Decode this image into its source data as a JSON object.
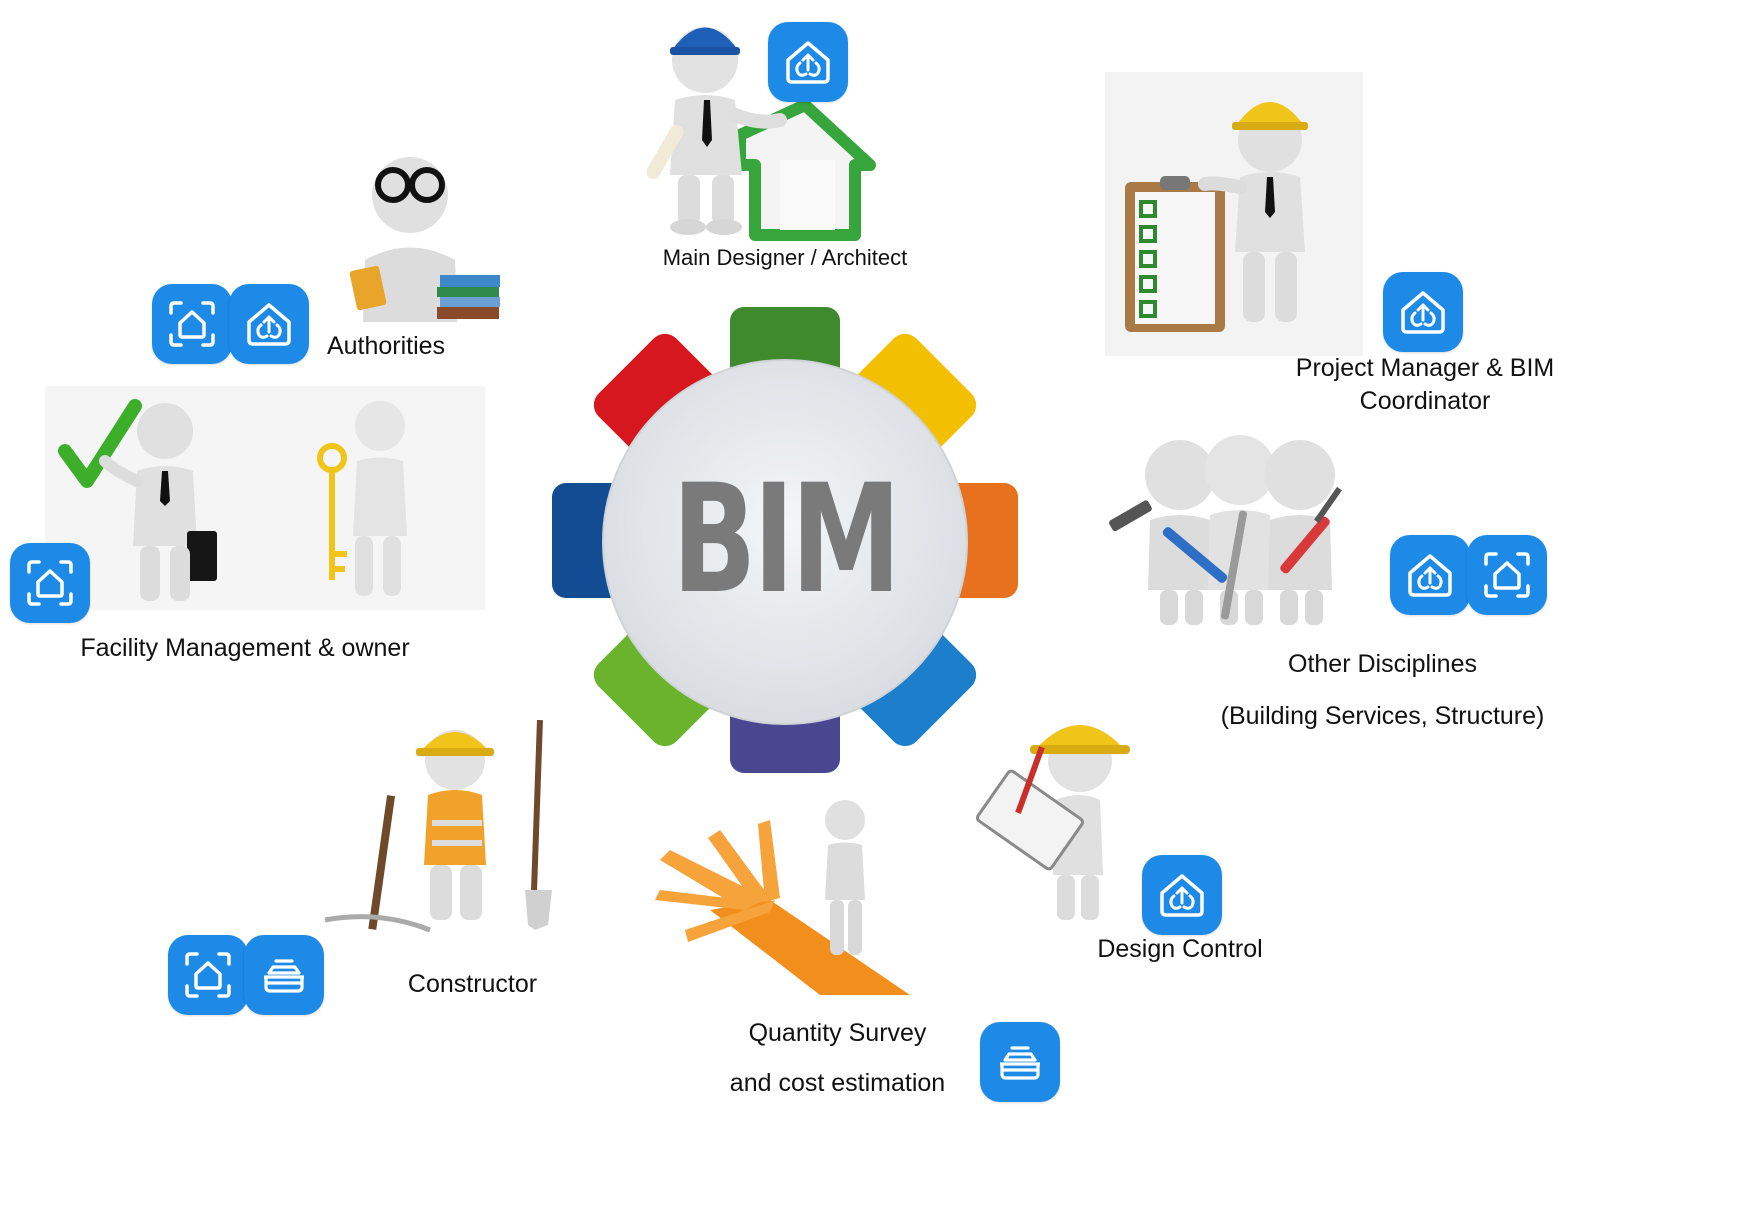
{
  "center": {
    "label": "BIM"
  },
  "roles": {
    "architect": {
      "label": "Main Designer / Architect"
    },
    "authorities": {
      "label": "Authorities"
    },
    "project_manager": {
      "line1": "Project Manager & BIM",
      "line2": "Coordinator"
    },
    "facility": {
      "label": "Facility Management & owner"
    },
    "other_disciplines": {
      "line1": "Other Disciplines",
      "line2": "(Building Services, Structure)"
    },
    "design_control": {
      "label": "Design Control"
    },
    "constructor": {
      "label": "Constructor"
    },
    "quantity_survey": {
      "line1": "Quantity Survey",
      "line2": "and cost estimation"
    }
  },
  "icons": {
    "house_arrows": "house-arrows-icon",
    "house_scan": "house-scan-icon",
    "stack": "stack-icon"
  },
  "colors": {
    "icon_bg": "#1c8ae6",
    "petal_top": "#3f8a2c",
    "petal_top_right": "#f2c000",
    "petal_right": "#e8711d",
    "petal_bottom_right": "#1d7fcb",
    "petal_bottom": "#4a4791",
    "petal_bottom_left": "#6ab32d",
    "petal_left": "#124d94",
    "petal_top_left": "#d7171e",
    "hub_fill": "#e8ebee",
    "bim_text": "#7a7a7a"
  }
}
